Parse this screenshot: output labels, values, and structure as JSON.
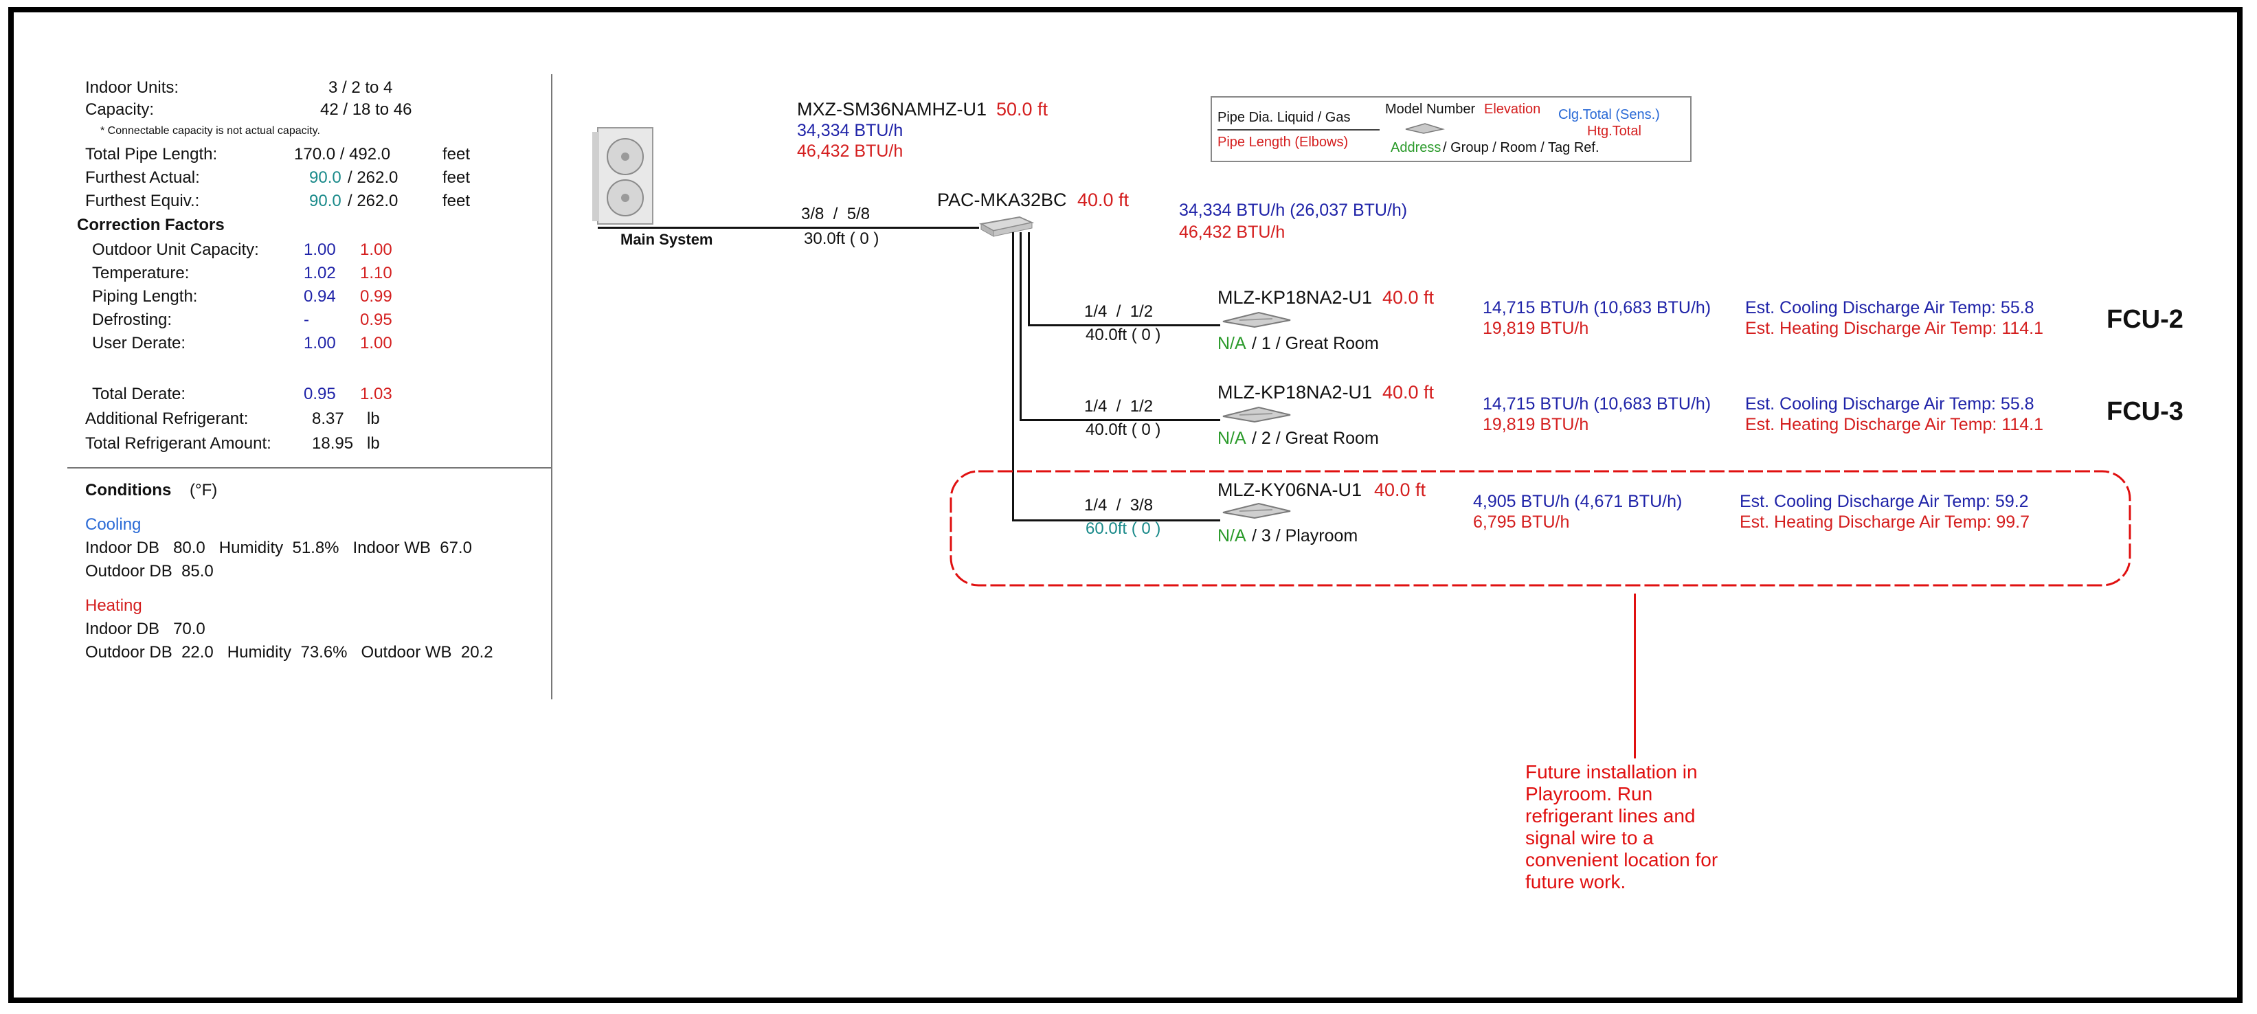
{
  "summary": {
    "indoor_units_label": "Indoor Units:",
    "indoor_units_value": "3 / 2 to 4",
    "capacity_label": "Capacity:",
    "capacity_value": "42 / 18  to 46",
    "capacity_note": "* Connectable capacity is not actual capacity.",
    "total_pipe_label": "Total Pipe Length:",
    "total_pipe_value": "170.0 / 492.0",
    "total_pipe_unit": "feet",
    "furthest_actual_label": "Furthest Actual:",
    "furthest_actual_a": "90.0",
    "furthest_actual_b": "/ 262.0",
    "furthest_actual_unit": "feet",
    "furthest_equiv_label": "Furthest Equiv.:",
    "furthest_equiv_a": "90.0",
    "furthest_equiv_b": "/ 262.0",
    "furthest_equiv_unit": "feet",
    "correction_heading": "Correction Factors",
    "factors": [
      {
        "label": "Outdoor Unit Capacity:",
        "cool": "1.00",
        "heat": "1.00"
      },
      {
        "label": "Temperature:",
        "cool": "1.02",
        "heat": "1.10"
      },
      {
        "label": "Piping Length:",
        "cool": "0.94",
        "heat": "0.99"
      },
      {
        "label": "Defrosting:",
        "cool": "-",
        "heat": "0.95"
      },
      {
        "label": "User Derate:",
        "cool": "1.00",
        "heat": "1.00"
      }
    ],
    "total_derate_label": "Total Derate:",
    "total_derate_cool": "0.95",
    "total_derate_heat": "1.03",
    "additional_ref_label": "Additional Refrigerant:",
    "additional_ref_value": "8.37",
    "additional_ref_unit": "lb",
    "total_ref_label": "Total Refrigerant Amount:",
    "total_ref_value": "18.95",
    "total_ref_unit": "lb"
  },
  "conditions": {
    "heading": "Conditions",
    "unit": "(°F)",
    "cooling_label": "Cooling",
    "cooling_line1": "Indoor DB   80.0   Humidity  51.8%   Indoor WB  67.0",
    "cooling_line2": "Outdoor DB  85.0",
    "heating_label": "Heating",
    "heating_line1": "Indoor DB   70.0",
    "heating_line2": "Outdoor DB  22.0   Humidity  73.6%   Outdoor WB  20.2"
  },
  "outdoor": {
    "model": "MXZ-SM36NAMHZ-U1",
    "elevation": "50.0 ft",
    "cooling": "34,334 BTU/h",
    "heating": "46,432 BTU/h",
    "label": "Main System",
    "pipe_dia": "3/8  /  5/8",
    "pipe_len": "30.0ft ( 0 )"
  },
  "branch_box": {
    "model": "PAC-MKA32BC",
    "elevation": "40.0 ft",
    "cooling": "34,334 BTU/h (26,037 BTU/h)",
    "heating": "46,432 BTU/h"
  },
  "legend": {
    "pipe_dia": "Pipe Dia. Liquid / Gas",
    "pipe_len": "Pipe Length (Elbows)",
    "model_number": "Model Number",
    "elevation": "Elevation",
    "clg_total": "Clg.Total (Sens.)",
    "htg_total": "Htg.Total",
    "address": "Address",
    "tail": "/ Group / Room / Tag Ref."
  },
  "units": [
    {
      "pipe_dia": "1/4  /  1/2",
      "pipe_len": "40.0ft ( 0 )",
      "model": "MLZ-KP18NA2-U1",
      "elevation": "40.0 ft",
      "address": "N/A",
      "room": "/ 1 / Great Room",
      "cooling": "14,715 BTU/h (10,683 BTU/h)",
      "heating": "19,819 BTU/h",
      "cool_temp": "Est. Cooling Discharge Air Temp: 55.8",
      "heat_temp": "Est. Heating Discharge Air Temp: 114.1",
      "tag": "FCU-2"
    },
    {
      "pipe_dia": "1/4  /  1/2",
      "pipe_len": "40.0ft ( 0 )",
      "model": "MLZ-KP18NA2-U1",
      "elevation": "40.0 ft",
      "address": "N/A",
      "room": "/ 2 / Great Room",
      "cooling": "14,715 BTU/h (10,683 BTU/h)",
      "heating": "19,819 BTU/h",
      "cool_temp": "Est. Cooling Discharge Air Temp: 55.8",
      "heat_temp": "Est. Heating Discharge Air Temp: 114.1",
      "tag": "FCU-3"
    },
    {
      "pipe_dia": "1/4  /  3/8",
      "pipe_len": "60.0ft ( 0 )",
      "model": "MLZ-KY06NA-U1",
      "elevation": "40.0 ft",
      "address": "N/A",
      "room": "/ 3 / Playroom",
      "cooling": "4,905 BTU/h (4,671 BTU/h)",
      "heating": "6,795 BTU/h",
      "cool_temp": "Est. Cooling Discharge Air Temp: 59.2",
      "heat_temp": "Est. Heating Discharge Air Temp: 99.7",
      "tag": ""
    }
  ],
  "annotation": "Future installation in Playroom. Run refrigerant lines and signal wire to a convenient location for future work."
}
